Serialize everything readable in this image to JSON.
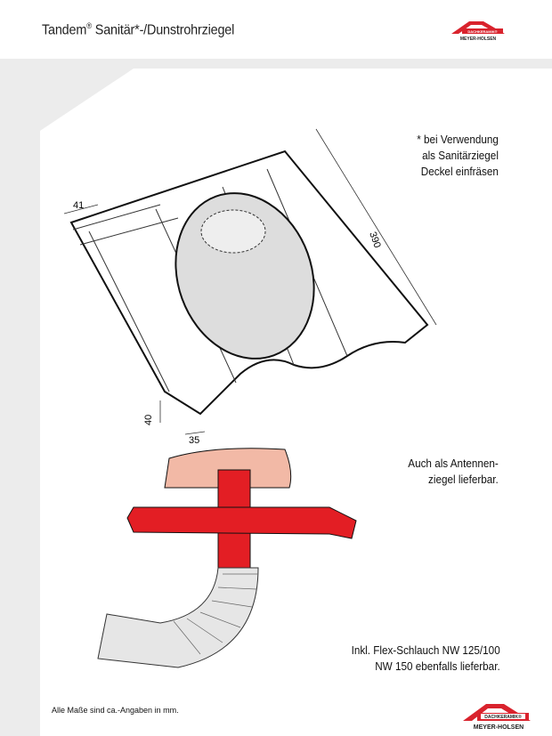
{
  "header": {
    "title": "Tandem",
    "title_sup": "®",
    "title_rest": " Sanitär*-/Dunstrohrziegel"
  },
  "logo": {
    "line1": "DACHKERAMIK®",
    "line2": "MEYER-HOLSEN",
    "color": "#d9232d"
  },
  "dimensions": {
    "d41": "41",
    "d390": "390",
    "d40": "40",
    "d35": "35"
  },
  "notes": {
    "sanitary": [
      "* bei Verwendung",
      "als Sanitärziegel",
      "Deckel einfräsen"
    ],
    "antenna": [
      "Auch als Antennen-",
      "ziegel lieferbar."
    ],
    "hose": [
      "Inkl. Flex-Schlauch NW 125/100",
      "NW 150 ebenfalls lieferbar."
    ]
  },
  "footer": {
    "note": "Alle Maße sind ca.-Angaben in mm."
  },
  "colors": {
    "red": "#e31e24",
    "salmon": "#f2b9a6"
  }
}
